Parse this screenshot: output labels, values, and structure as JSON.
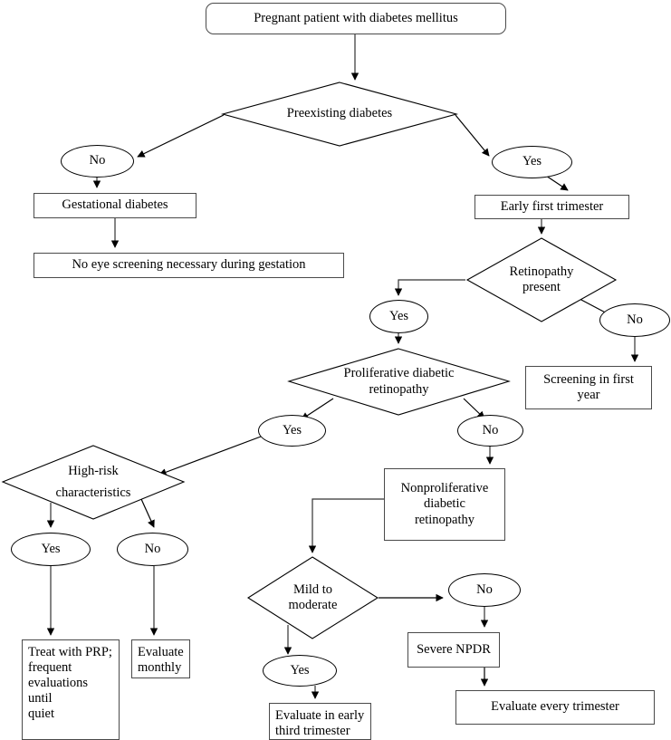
{
  "diagram": {
    "title": "Diabetes in pregnancy eye screening flowchart",
    "colors": {
      "stroke": "#000000",
      "box_stroke": "#4a4a4a",
      "background": "#ffffff",
      "text": "#000000"
    },
    "nodes": {
      "start": {
        "label": "Pregnant patient with diabetes mellitus",
        "shape": "rounded-box"
      },
      "preexisting": {
        "label": "Preexisting diabetes",
        "shape": "diamond"
      },
      "preexisting_no": {
        "label": "No",
        "shape": "ellipse"
      },
      "preexisting_yes": {
        "label": "Yes",
        "shape": "ellipse"
      },
      "gestational": {
        "label": "Gestational diabetes",
        "shape": "box"
      },
      "no_screening": {
        "label": "No eye screening necessary during gestation",
        "shape": "box"
      },
      "early_first_trimester": {
        "label": "Early first trimester",
        "shape": "box"
      },
      "retinopathy_present": {
        "label": "Retinopathy present",
        "line1": "Retinopathy",
        "line2": "present",
        "shape": "diamond"
      },
      "retinopathy_yes": {
        "label": "Yes",
        "shape": "ellipse"
      },
      "retinopathy_no": {
        "label": "No",
        "shape": "ellipse"
      },
      "screening_first_year": {
        "label": "Screening in first year",
        "line1": "Screening in first",
        "line2": "year",
        "shape": "box"
      },
      "proliferative": {
        "label": "Proliferative diabetic retinopathy",
        "line1": "Proliferative diabetic",
        "line2": "retinopathy",
        "shape": "diamond"
      },
      "proliferative_yes": {
        "label": "Yes",
        "shape": "ellipse"
      },
      "proliferative_no": {
        "label": "No",
        "shape": "ellipse"
      },
      "high_risk": {
        "label": "High-risk characteristics",
        "line1": "High-risk",
        "line2": "characteristics",
        "shape": "diamond"
      },
      "high_risk_yes": {
        "label": "Yes",
        "shape": "ellipse"
      },
      "high_risk_no": {
        "label": "No",
        "shape": "ellipse"
      },
      "treat_prp": {
        "label": "Treat with PRP; frequent evaluations until quiet",
        "lines": [
          "Treat with PRP;",
          "frequent",
          "evaluations",
          "until",
          "quiet"
        ],
        "shape": "box"
      },
      "evaluate_monthly": {
        "label": "Evaluate monthly",
        "line1": "Evaluate",
        "line2": "monthly",
        "shape": "box"
      },
      "nonproliferative": {
        "label": "Nonproliferative diabetic retinopathy",
        "lines": [
          "Nonproliferative",
          "diabetic",
          "retinopathy"
        ],
        "shape": "box"
      },
      "mild_to_moderate": {
        "label": "Mild to moderate",
        "line1": "Mild to",
        "line2": "moderate",
        "shape": "diamond"
      },
      "mild_yes": {
        "label": "Yes",
        "shape": "ellipse"
      },
      "mild_no": {
        "label": "No",
        "shape": "ellipse"
      },
      "evaluate_third_trimester": {
        "label": "Evaluate in early third trimester",
        "line1": "Evaluate in early",
        "line2": "third trimester",
        "shape": "box"
      },
      "severe_npdr": {
        "label": "Severe NPDR",
        "shape": "box"
      },
      "evaluate_every_trimester": {
        "label": "Evaluate every trimester",
        "shape": "box"
      }
    }
  }
}
